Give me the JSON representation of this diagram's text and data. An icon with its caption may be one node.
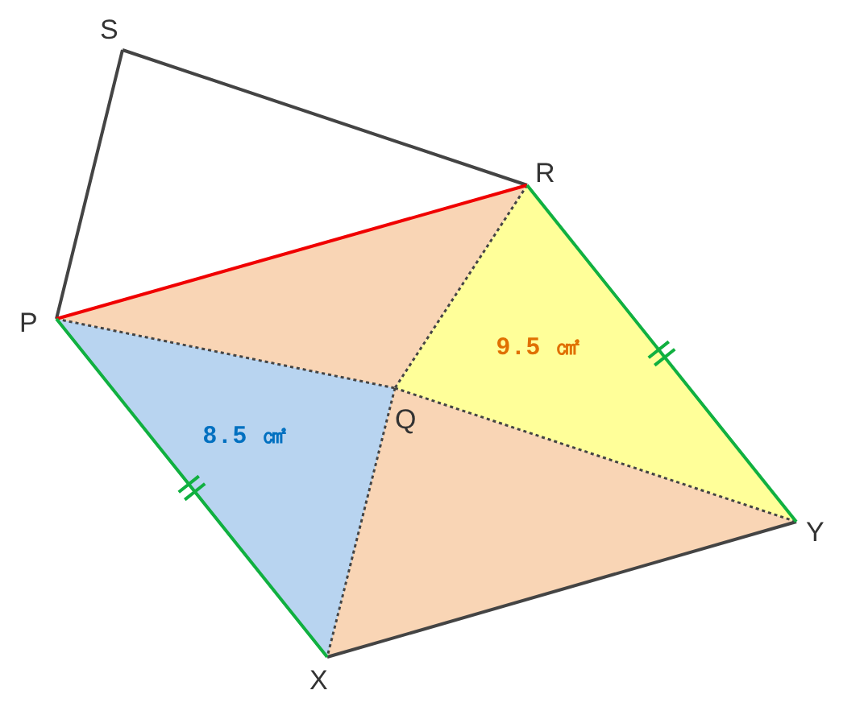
{
  "diagram": {
    "labels": [
      "S",
      "R",
      "P",
      "Q",
      "Y",
      "X",
      "9.5 ㎠",
      "8.5 ㎠"
    ]
  }
}
